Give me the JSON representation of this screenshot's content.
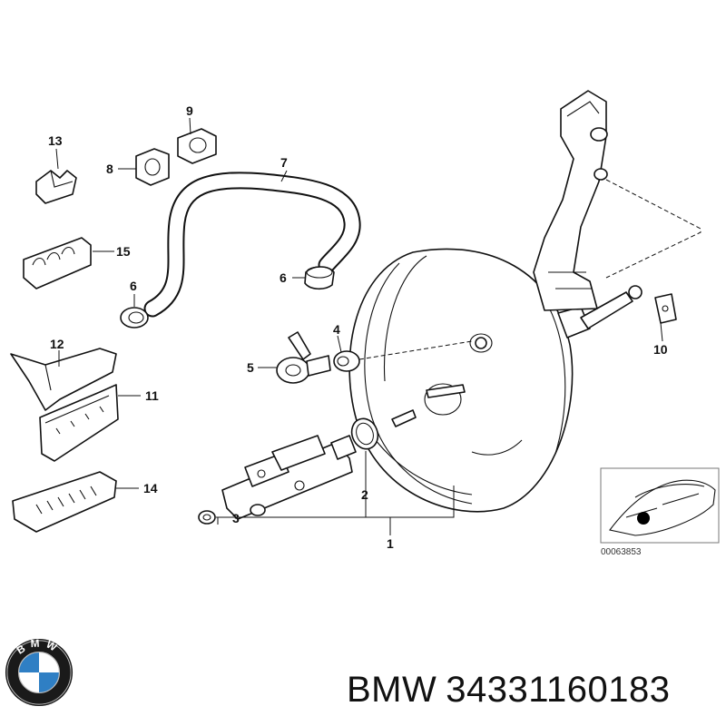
{
  "callouts": {
    "c1": "1",
    "c2": "2",
    "c3": "3",
    "c4": "4",
    "c5": "5",
    "c6a": "6",
    "c6b": "6",
    "c7": "7",
    "c8": "8",
    "c9": "9",
    "c10": "10",
    "c11": "11",
    "c12": "12",
    "c13": "13",
    "c14": "14",
    "c15": "15"
  },
  "reference_number": "00063853",
  "caption": {
    "brand": "BMW",
    "part_number": "34331160183"
  },
  "logo": {
    "letters": "BMW",
    "colors": {
      "ring": "#1a1a1a",
      "blue": "#2f7fc4",
      "white": "#ffffff"
    }
  }
}
